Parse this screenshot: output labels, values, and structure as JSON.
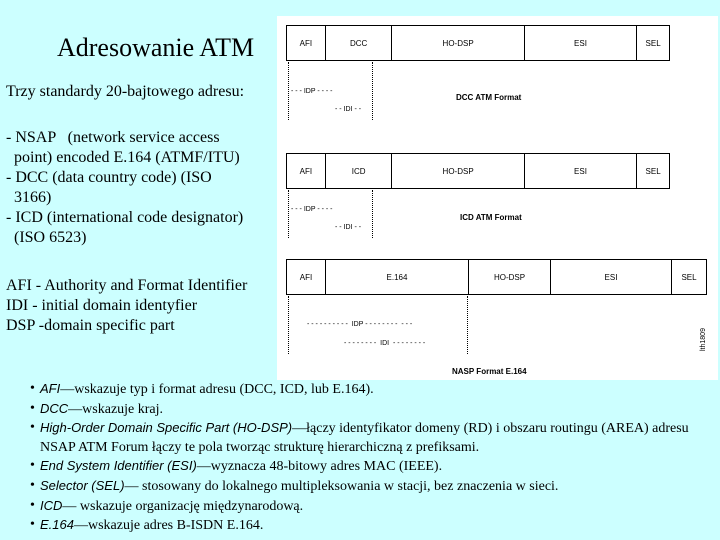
{
  "slide": {
    "title": "Adresowanie ATM",
    "subtitle": "Trzy standardy 20-bajtowego adresu:",
    "standards_text": "- NSAP   (network service access\n  point) encoded E.164 (ATMF/ITU)\n- DCC (data country code) (ISO\n  3166)\n- ICD (international code designator)\n  (ISO 6523)",
    "abbr_text": "AFI - Authority and Format Identifier\nIDI - initial domain identyfier\nDSP -domain specific part"
  },
  "formats": {
    "dcc": {
      "fields": [
        "AFI",
        "DCC",
        "HO-DSP",
        "ESI",
        "SEL"
      ],
      "idp": "- - - IDP - - - -",
      "idi": "- - IDI - -",
      "title": "DCC ATM Format"
    },
    "icd": {
      "fields": [
        "AFI",
        "ICD",
        "HO-DSP",
        "ESI",
        "SEL"
      ],
      "idp": "- - - IDP - - - -",
      "idi": "- - IDI - -",
      "title": "ICD ATM Format"
    },
    "nsap": {
      "fields": [
        "AFI",
        "E.164",
        "HO-DSP",
        "ESI",
        "SEL"
      ],
      "idp": "- - - - - - - - - -  IDP - - - - - - - -  - - -",
      "idi": "- - - - - - - -  IDI  - - - - - - - -",
      "title": "NASP Format E.164"
    },
    "figure_code": "lth1809"
  },
  "bullets": [
    {
      "term": "AFI",
      "text": "—wskazuje typ i format adresu (DCC, ICD, lub E.164)."
    },
    {
      "term": "DCC",
      "text": "—wskazuje kraj."
    },
    {
      "term": "High-Order Domain Specific Part (HO-DSP)",
      "text": "—łączy identyfikator domeny (RD) i obszaru routingu (AREA) adresu NSAP ATM Forum łączy te pola tworząc strukturę hierarchiczną z prefiksami."
    },
    {
      "term": "End System Identifier (ESI)",
      "text": "—wyznacza 48-bitowy adres MAC (IEEE)."
    },
    {
      "term": "Selector (SEL)",
      "text": "— stosowany do lokalnego multipleksowania w stacji, bez znaczenia w  sieci."
    },
    {
      "term": "ICD",
      "text": "— wskazuje organizację międzynarodową."
    },
    {
      "term": "E.164",
      "text": "—wskazuje adres B-ISDN E.164."
    }
  ]
}
